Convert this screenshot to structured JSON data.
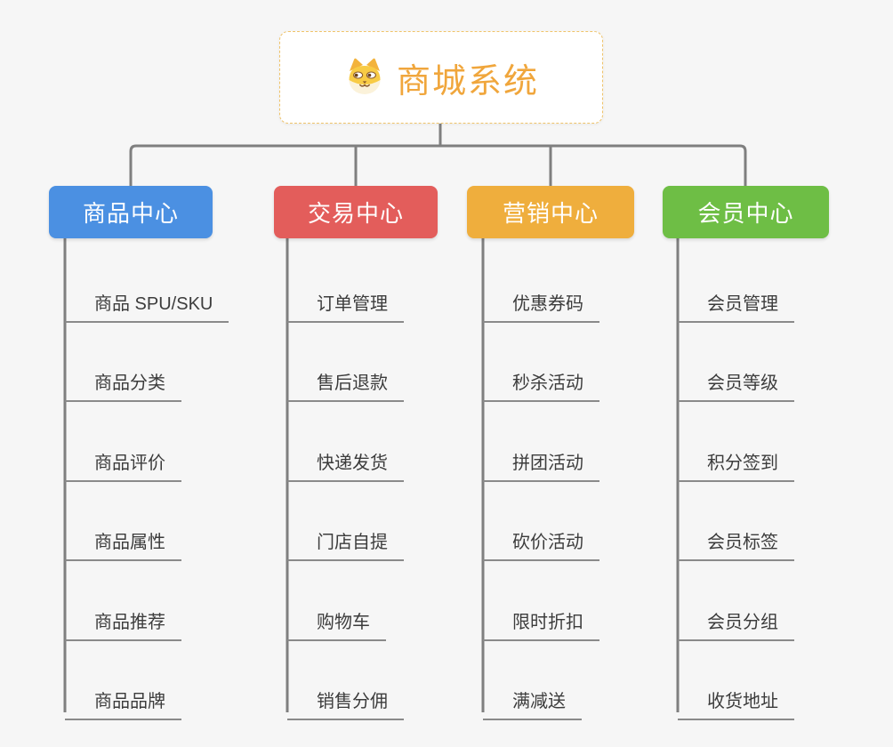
{
  "root": {
    "title": "商城系统",
    "icon": "dog-icon"
  },
  "colors": {
    "background": "#f6f6f6",
    "root_text": "#f0a63c",
    "root_border": "#efc36a",
    "connector": "#7f7f7f",
    "leaf_underline": "#8a8a8a",
    "leaf_text": "#3c3c3c"
  },
  "branches": [
    {
      "label": "商品中心",
      "color": "#4b90e2",
      "items": [
        "商品 SPU/SKU",
        "商品分类",
        "商品评价",
        "商品属性",
        "商品推荐",
        "商品品牌"
      ]
    },
    {
      "label": "交易中心",
      "color": "#e35d5b",
      "items": [
        "订单管理",
        "售后退款",
        "快递发货",
        "门店自提",
        "购物车",
        "销售分佣"
      ]
    },
    {
      "label": "营销中心",
      "color": "#efae3d",
      "items": [
        "优惠券码",
        "秒杀活动",
        "拼团活动",
        "砍价活动",
        "限时折扣",
        "满减送"
      ]
    },
    {
      "label": "会员中心",
      "color": "#6ebe45",
      "items": [
        "会员管理",
        "会员等级",
        "积分签到",
        "会员标签",
        "会员分组",
        "收货地址"
      ]
    }
  ]
}
